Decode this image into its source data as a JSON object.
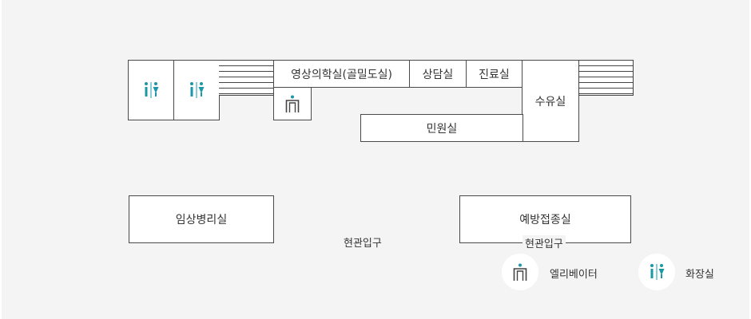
{
  "rooms": {
    "video_room": "영상의학실(골밀도실)",
    "counseling": "상담실",
    "exam": "진료실",
    "nursing": "수유실",
    "civil": "민원실",
    "pathology": "임상병리실",
    "vaccination": "예방접종실"
  },
  "entrances": {
    "center": "현관입구",
    "right": "현관입구"
  },
  "legend": {
    "elevator": "엘리베이터",
    "restroom": "화장실"
  },
  "colors": {
    "restroom_icon": "#1a98a8",
    "elevator_icon": "#444444",
    "line": "#4a4a4a",
    "floor": "#f4f4f4"
  },
  "icons": {
    "restroom": "restroom-icon",
    "elevator": "elevator-icon"
  }
}
